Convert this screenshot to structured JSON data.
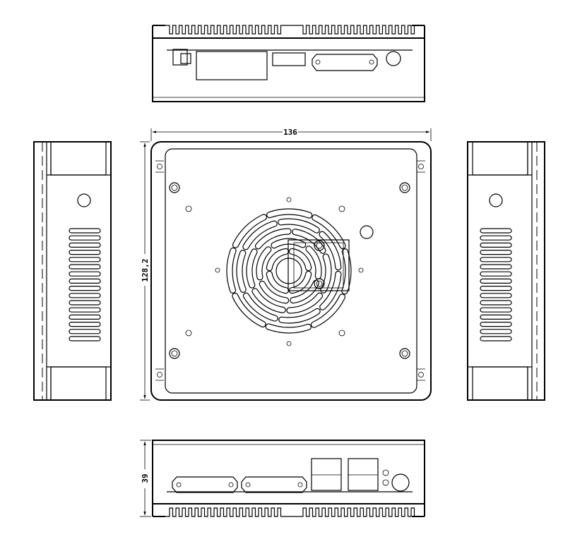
{
  "dimensions": {
    "width": "136",
    "depth": "128,2",
    "height": "39"
  }
}
